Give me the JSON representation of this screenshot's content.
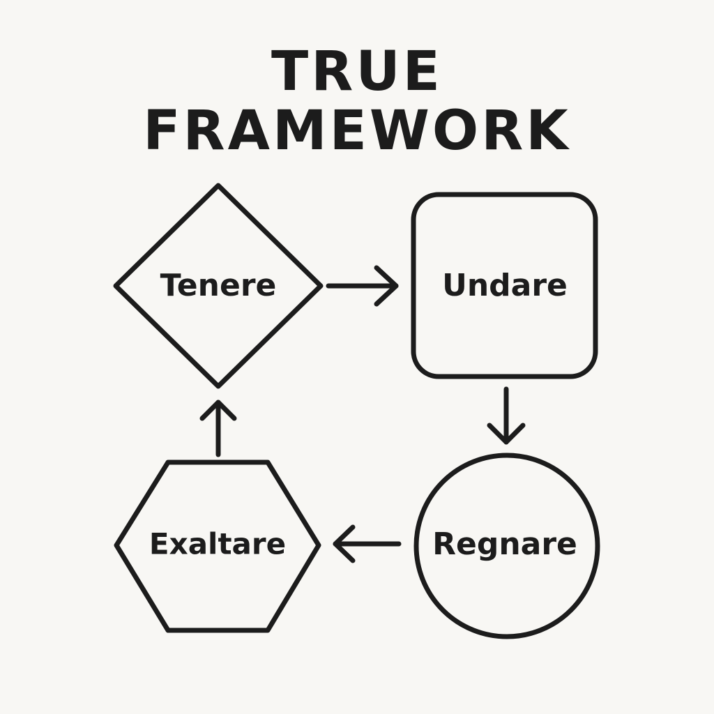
{
  "title": {
    "line1": "TRUE",
    "line2": "FRAMEWORK"
  },
  "nodes": {
    "tenere": "Tenere",
    "undare": "Undare",
    "regnare": "Regnare",
    "exaltare": "Exaltare"
  },
  "colors": {
    "background": "#f8f7f4",
    "ink": "#1c1c1c"
  }
}
